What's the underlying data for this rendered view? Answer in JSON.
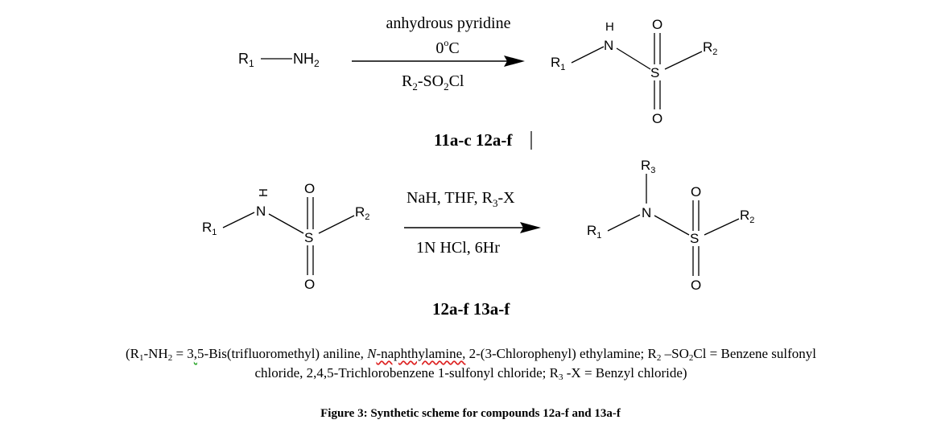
{
  "reaction1": {
    "reactant_r": "R",
    "reactant_r_sub": "1",
    "reactant_amine": "NH",
    "reactant_amine_sub": "2",
    "reagent_top": "anhydrous pyridine",
    "temp_value": "0",
    "temp_sup": "o",
    "temp_unit": "C",
    "reagent_bottom_r": "R",
    "reagent_bottom_r_sub": "2",
    "reagent_bottom_rest": "-SO",
    "reagent_bottom_sub2": "2",
    "reagent_bottom_cl": "Cl",
    "compounds_label": "11a-c 12a-f"
  },
  "reaction2": {
    "reagent_top_text": "NaH, THF, R",
    "reagent_top_sub": "3",
    "reagent_top_tail": "-X",
    "reagent_bottom": "1N HCl, 6Hr",
    "compounds_label": "12a-f 13a-f"
  },
  "atoms": {
    "r": "R",
    "sub1": "1",
    "sub2": "2",
    "sub3": "3",
    "h": "H",
    "n": "N",
    "s": "S",
    "o": "O"
  },
  "note": {
    "open": "(R",
    "r1_sub": "1",
    "nh2_pre": "-NH",
    "nh2_sub": "2",
    "eq1": " = 3",
    "comma_wavy": ",",
    "bis": "5-Bis(trifluoromethyl) aniline, ",
    "n_italic": "N",
    "naph": "-naphthylamine,",
    "chloro": " 2-(3-Chlorophenyl) ethylamine; R",
    "r2_sub": "2",
    "so2cl_pre": " –SO",
    "so2_sub": "2",
    "so2cl_post": "Cl = Benzene sulfonyl",
    "line2_a": "chloride, 2,4,5-Trichlorobenzene 1-sulfonyl chloride; R",
    "r3_sub": "3",
    "line2_b": " -X = Benzyl chloride)"
  },
  "figure_caption": "Figure 3: Synthetic scheme for compounds 12a-f and 13a-f"
}
